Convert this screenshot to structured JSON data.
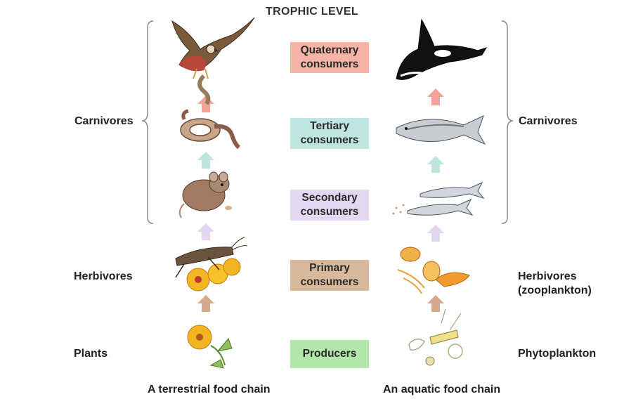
{
  "title": "TROPHIC LEVEL",
  "levels": [
    {
      "line1": "Quaternary",
      "line2": "consumers",
      "color": "#f6b4a6"
    },
    {
      "line1": "Tertiary",
      "line2": "consumers",
      "color": "#bfe6e1"
    },
    {
      "line1": "Secondary",
      "line2": "consumers",
      "color": "#e3d7f1"
    },
    {
      "line1": "Primary",
      "line2": "consumers",
      "color": "#d8b99b"
    },
    {
      "line1": "Producers",
      "line2": "",
      "color": "#b3e6ab"
    }
  ],
  "left_labels": {
    "carnivores": "Carnivores",
    "herbivores": "Herbivores",
    "plants": "Plants"
  },
  "right_labels": {
    "carnivores": "Carnivores",
    "herbivores_line1": "Herbivores",
    "herbivores_line2": "(zooplankton)",
    "phytoplankton": "Phytoplankton"
  },
  "captions": {
    "terrestrial": "A terrestrial food chain",
    "aquatic": "An aquatic food chain"
  },
  "arrow_colors": {
    "quaternary": "#f4a29a",
    "tertiary": "#bfe3de",
    "secondary": "#e2d6f0",
    "primary": "#d6a98f"
  },
  "organisms": {
    "terrestrial": [
      "hawk-icon",
      "snake-icon",
      "mouse-icon",
      "grasshopper-icon",
      "flower-icon"
    ],
    "aquatic": [
      "orca-icon",
      "tuna-icon",
      "herring-icon",
      "zooplankton-icon",
      "phytoplankton-icon"
    ]
  }
}
